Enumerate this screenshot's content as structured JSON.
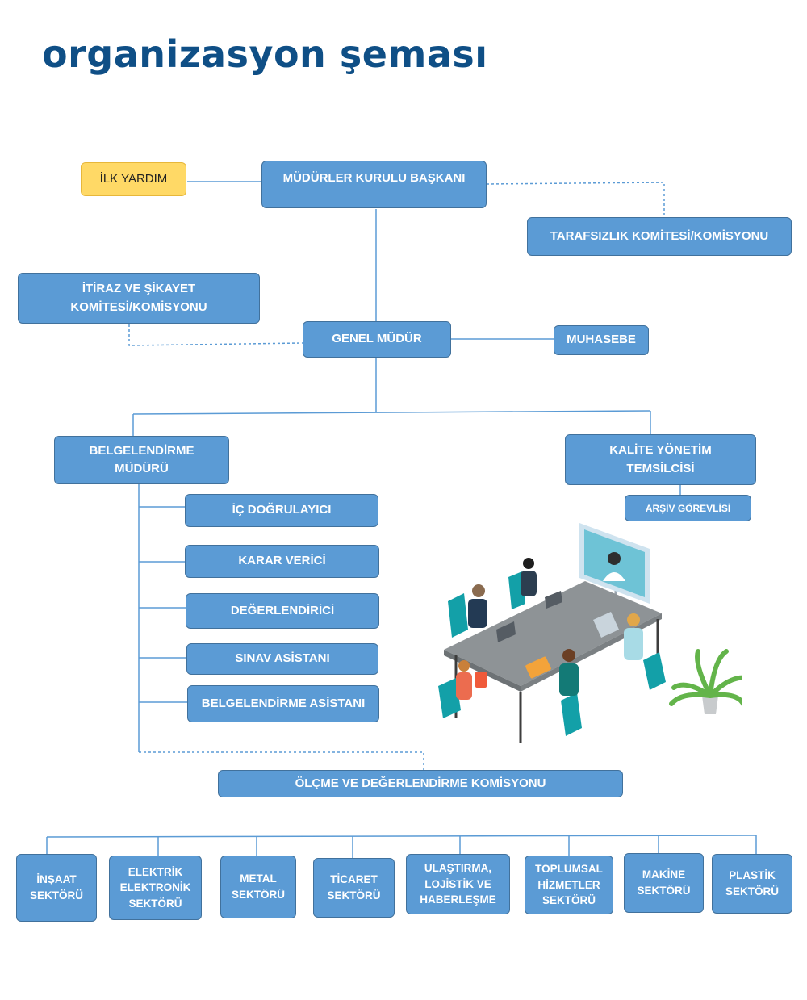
{
  "title": "organizasyon şeması",
  "colors": {
    "box_fill": "#5b9bd5",
    "box_border": "#41719c",
    "accent_yellow": "#ffd966",
    "title": "#0f4f86"
  },
  "nodes": {
    "ilk_yardim": "İLK YARDIM",
    "mudurler_kurulu_baskani": "MÜDÜRLER KURULU BAŞKANI",
    "tarafsizlik": "TARAFSIZLIK KOMİTESİ/KOMİSYONU",
    "itiraz": "İTİRAZ VE ŞİKAYET\nKOMİTESİ/KOMİSYONU",
    "genel_mudur": "GENEL MÜDÜR",
    "muhasebe": "MUHASEBE",
    "belgelendirme_muduru": "BELGELENDİRME\nMÜDÜRÜ",
    "kalite": "KALİTE YÖNETİM\nTEMSİLCİSİ",
    "arsiv": "ARŞİV GÖREVLİSİ",
    "ic_dogrulayici": "İÇ DOĞRULAYICI",
    "karar_verici": "KARAR VERİCİ",
    "degerlendirici": "DEĞERLENDİRİCİ",
    "sinav_asistani": "SINAV ASİSTANI",
    "belgelendirme_asistani": "BELGELENDİRME ASİSTANI",
    "olcme": "ÖLÇME VE DEĞERLENDİRME KOMİSYONU"
  },
  "sectors": [
    "İNŞAAT\nSEKTÖRÜ",
    "ELEKTRİK\nELEKTRONİK\nSEKTÖRÜ",
    "METAL\nSEKTÖRÜ",
    "TİCARET\nSEKTÖRÜ",
    "ULAŞTIRMA,\nLOJİSTİK VE\nHABERLEŞME",
    "TOPLUMSAL\nHİZMETLER\nSEKTÖRÜ",
    "MAKİNE\nSEKTÖRÜ",
    "PLASTİK\nSEKTÖRÜ"
  ]
}
